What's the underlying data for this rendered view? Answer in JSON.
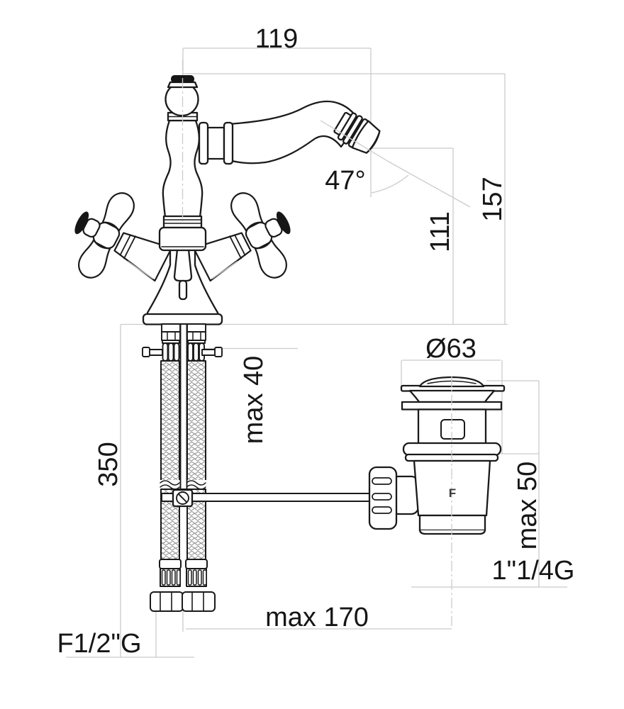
{
  "drawing": {
    "type": "technical-drawing",
    "subject": "bidet-mixer-faucet-with-popup-waste"
  },
  "colors": {
    "line": "#1a1a1a",
    "dimension": "#cbcbcb",
    "accent": "#a8a8a8",
    "braid": "#8a8a8a",
    "background": "#ffffff"
  },
  "dims": {
    "spout_reach": "119",
    "spout_angle": "47°",
    "outlet_height": "111",
    "total_height": "157",
    "deck_thickness_faucet": "max 40",
    "hose_length": "350",
    "drain_flange_diameter": "Ø63",
    "deck_thickness_drain": "max 50",
    "drain_thread": "1\"1/4G",
    "rod_reach": "max 170",
    "hose_thread": "F1/2\"G"
  },
  "markings": {
    "drain_body": "F"
  }
}
